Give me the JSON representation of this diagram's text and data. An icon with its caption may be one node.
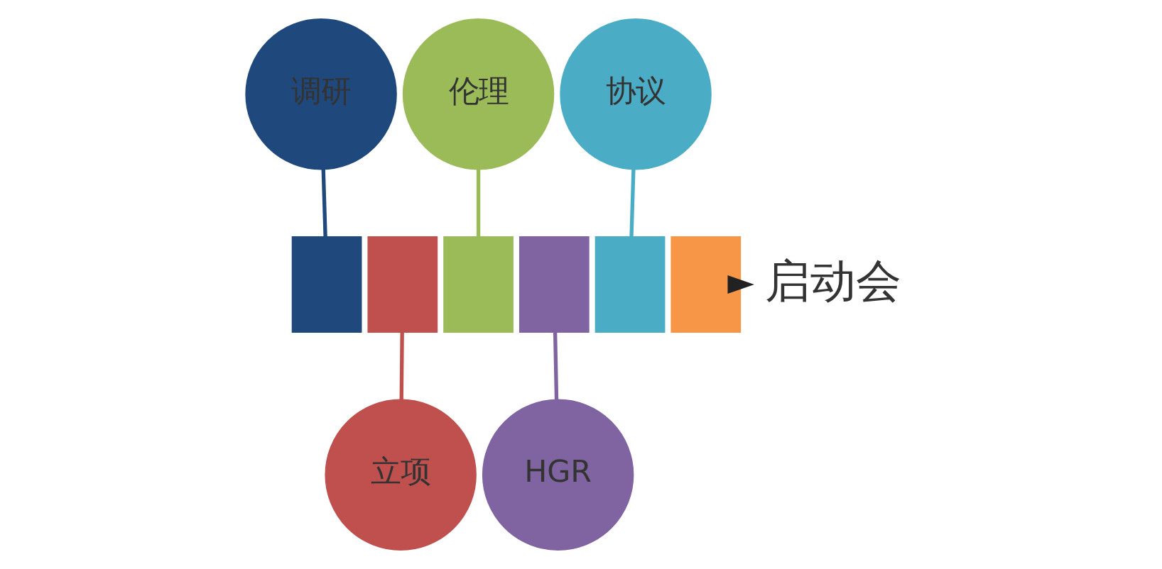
{
  "diagram": {
    "nodes": [
      {
        "text": [
          "调研"
        ]
      },
      {
        "text": [
          "伦理"
        ]
      },
      {
        "text": [
          "协议"
        ]
      },
      {
        "text": [],
        "shape": "bar"
      },
      {
        "text": [],
        "shape": "bar"
      },
      {
        "text": [],
        "shape": "bar"
      },
      {
        "text": [],
        "shape": "bar"
      },
      {
        "text": [],
        "shape": "bar"
      },
      {
        "text": [],
        "shape": "bar"
      },
      {
        "text": [
          "启动会"
        ]
      },
      {
        "text": [
          "立项"
        ]
      },
      {
        "text": [
          "HGR"
        ]
      }
    ],
    "edges": [
      {
        "from": 0,
        "to": 3,
        "arrow": "none",
        "color": "#1f497d"
      },
      {
        "from": 4,
        "to": 10,
        "arrow": "none",
        "color": "#c0504d"
      },
      {
        "from": 1,
        "to": 5,
        "arrow": "none",
        "color": "#9bbb59"
      },
      {
        "from": 6,
        "to": 11,
        "arrow": "none",
        "color": "#8064a2"
      },
      {
        "from": 2,
        "to": 7,
        "arrow": "none",
        "color": "#4bacc6"
      },
      {
        "from": 8,
        "to": 9,
        "arrow": "to",
        "color": "#222222"
      }
    ]
  }
}
